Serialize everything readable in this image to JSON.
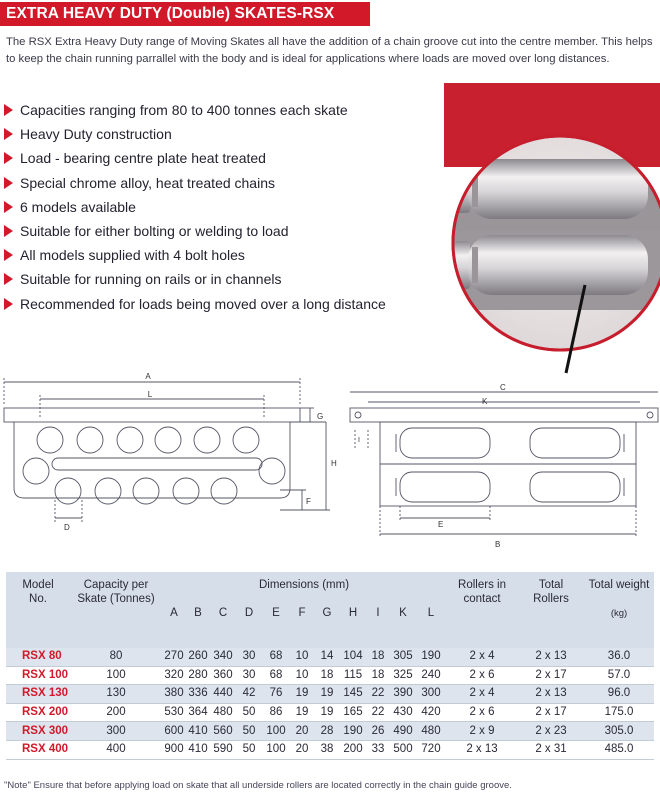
{
  "title": "EXTRA HEAVY DUTY (Double) SKATES-RSX RANGE",
  "intro": "The RSX Extra Heavy Duty range of Moving Skates all have the addition of a chain groove cut into the centre member. This helps to keep the chain running parrallel with the body and is ideal for applications where loads are moved over long distances.",
  "bullets": [
    "Capacities ranging from 80 to 400 tonnes each skate",
    "Heavy Duty construction",
    "Load - bearing centre plate heat treated",
    "Special chrome alloy, heat treated chains",
    "6 models available",
    "Suitable for either bolting or welding to load",
    "All models supplied with 4 bolt holes",
    "Suitable for running on rails or in channels",
    "Recommended for loads being moved over a long distance"
  ],
  "diagram_labels": {
    "side": {
      "A": "A",
      "L": "L",
      "G": "G",
      "H": "H",
      "F": "F",
      "D": "D"
    },
    "top": {
      "C": "C",
      "K": "K",
      "I": "I",
      "E": "E",
      "B": "B"
    }
  },
  "table": {
    "headers": {
      "model": "Model No.",
      "capacity": "Capacity per Skate (Tonnes)",
      "dimensions": "Dimensions (mm)",
      "dim_letters": [
        "A",
        "B",
        "C",
        "D",
        "E",
        "F",
        "G",
        "H",
        "I",
        "K",
        "L"
      ],
      "rollers_contact": "Rollers in contact",
      "total_rollers": "Total Rollers",
      "total_weight": "Total weight",
      "weight_unit": "(kg)"
    },
    "rows": [
      {
        "model": "RSX 80",
        "capacity": "80",
        "dims": [
          "270",
          "260",
          "340",
          "30",
          "68",
          "10",
          "14",
          "104",
          "18",
          "305",
          "190"
        ],
        "contact": "2 x 4",
        "total": "2 x 13",
        "weight": "36.0"
      },
      {
        "model": "RSX 100",
        "capacity": "100",
        "dims": [
          "320",
          "280",
          "360",
          "30",
          "68",
          "10",
          "18",
          "115",
          "18",
          "325",
          "240"
        ],
        "contact": "2 x 6",
        "total": "2 x 17",
        "weight": "57.0"
      },
      {
        "model": "RSX 130",
        "capacity": "130",
        "dims": [
          "380",
          "336",
          "440",
          "42",
          "76",
          "19",
          "19",
          "145",
          "22",
          "390",
          "300"
        ],
        "contact": "2 x 4",
        "total": "2 x 13",
        "weight": "96.0"
      },
      {
        "model": "RSX 200",
        "capacity": "200",
        "dims": [
          "530",
          "364",
          "480",
          "50",
          "86",
          "19",
          "19",
          "165",
          "22",
          "430",
          "420"
        ],
        "contact": "2 x 6",
        "total": "2 x 17",
        "weight": "175.0"
      },
      {
        "model": "RSX 300",
        "capacity": "300",
        "dims": [
          "600",
          "410",
          "560",
          "50",
          "100",
          "20",
          "28",
          "190",
          "26",
          "490",
          "480"
        ],
        "contact": "2 x 9",
        "total": "2 x 23",
        "weight": "305.0"
      },
      {
        "model": "RSX 400",
        "capacity": "400",
        "dims": [
          "900",
          "410",
          "590",
          "50",
          "100",
          "20",
          "38",
          "200",
          "33",
          "500",
          "720"
        ],
        "contact": "2 x 13",
        "total": "2 x 31",
        "weight": "485.0"
      }
    ]
  },
  "note": "\"Note\" Ensure that before applying load on skate that all underside rollers are located correctly in the chain guide groove.",
  "colors": {
    "accent": "#d2192a",
    "table_stripe": "#dde4ee",
    "line": "#555566"
  }
}
